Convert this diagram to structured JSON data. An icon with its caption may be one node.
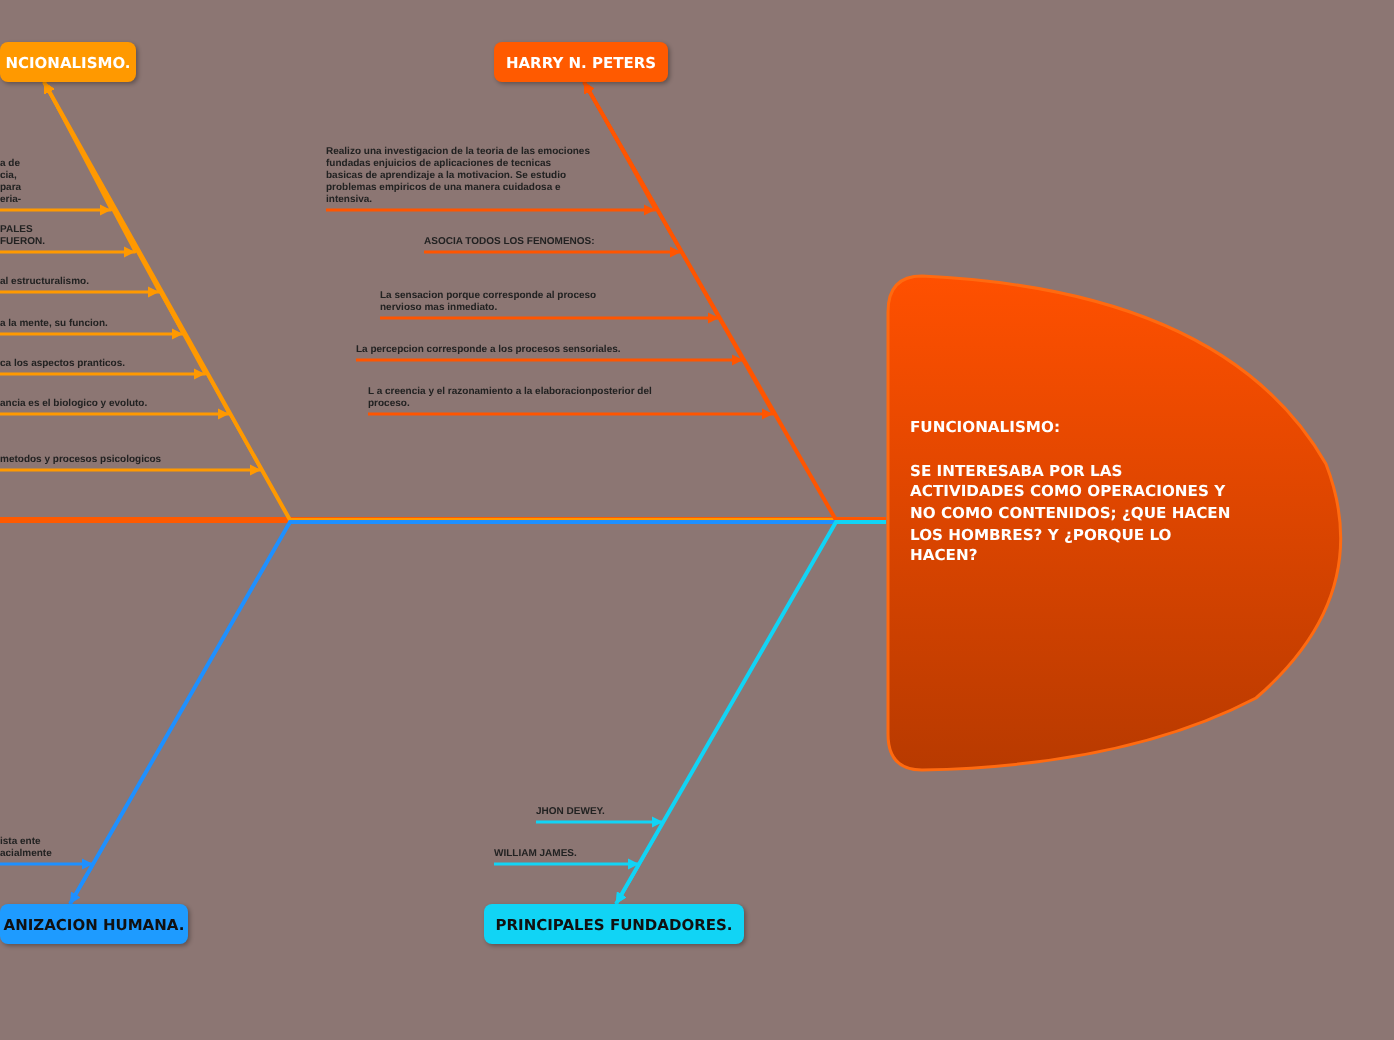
{
  "diagram": {
    "nodes": [
      {
        "text": [
          "NCIONALISMO."
        ]
      },
      {
        "text": [
          "HARRY N. PETERS"
        ]
      },
      {
        "text": [
          "a de cia, para eria-"
        ]
      },
      {
        "text": [
          "PALES FUERON."
        ]
      },
      {
        "text": [
          "al estructuralismo."
        ]
      },
      {
        "text": [
          "a la mente, su funcion."
        ]
      },
      {
        "text": [
          "ca los aspectos pranticos."
        ]
      },
      {
        "text": [
          "ancia es el biologico y evoluto."
        ]
      },
      {
        "text": [
          "metodos y procesos psicologicos"
        ]
      },
      {
        "text": [
          "Realizo una investigacion de la teoria de las emociones fundadas enjuicios de aplicaciones de tecnicas basicas de aprendizaje a la motivacion. Se estudio problemas empiricos de una manera cuidadosa e intensiva."
        ]
      },
      {
        "text": [
          "ASOCIA TODOS LOS FENOMENOS:"
        ]
      },
      {
        "text": [
          "La sensacion porque corresponde al proceso nervioso mas inmediato."
        ]
      },
      {
        "text": [
          "La percepcion corresponde a los procesos sensoriales."
        ]
      },
      {
        "text": [
          "L a creencia y el razonamiento a la elaboracionposterior del proceso."
        ]
      },
      {
        "text": [
          "FUNCIONALISMO:",
          "SE INTERESABA POR LAS ACTIVIDADES COMO OPERACIONES Y NO COMO CONTENIDOS; ¿QUE HACEN LOS HOMBRES? Y ¿PORQUE LO HACEN?"
        ]
      },
      {
        "text": [
          "ista ente acialmente"
        ]
      },
      {
        "text": [
          "JHON DEWEY."
        ]
      },
      {
        "text": [
          "WILLIAM JAMES."
        ]
      },
      {
        "text": [
          "ANIZACION HUMANA."
        ]
      },
      {
        "text": [
          "PRINCIPALES FUNDADORES."
        ]
      }
    ],
    "edges": [
      {
        "from": 0,
        "to": 14,
        "arrow": "none"
      },
      {
        "from": 1,
        "to": 14,
        "arrow": "none",
        "color": "#ff5500"
      },
      {
        "from": 18,
        "to": 14,
        "arrow": "none",
        "color": "#1e90ff"
      },
      {
        "from": 19,
        "to": 14,
        "arrow": "none",
        "color": "#11d4f5"
      },
      {
        "from": 2,
        "to": 0,
        "arrow": "to"
      },
      {
        "from": 3,
        "to": 0,
        "arrow": "to"
      },
      {
        "from": 4,
        "to": 0,
        "arrow": "to"
      },
      {
        "from": 5,
        "to": 0,
        "arrow": "to"
      },
      {
        "from": 6,
        "to": 0,
        "arrow": "to"
      },
      {
        "from": 7,
        "to": 0,
        "arrow": "to"
      },
      {
        "from": 8,
        "to": 0,
        "arrow": "to"
      },
      {
        "from": 9,
        "to": 1,
        "arrow": "to",
        "color": "#ff5500"
      },
      {
        "from": 10,
        "to": 1,
        "arrow": "to",
        "color": "#ff5500"
      },
      {
        "from": 11,
        "to": 1,
        "arrow": "to",
        "color": "#ff5500"
      },
      {
        "from": 12,
        "to": 1,
        "arrow": "to",
        "color": "#ff5500"
      },
      {
        "from": 13,
        "to": 1,
        "arrow": "to",
        "color": "#ff5500"
      },
      {
        "from": 15,
        "to": 18,
        "arrow": "to",
        "color": "#1e90ff"
      },
      {
        "from": 16,
        "to": 19,
        "arrow": "to",
        "color": "#11d4f5"
      },
      {
        "from": 17,
        "to": 19,
        "arrow": "to",
        "color": "#11d4f5"
      }
    ]
  }
}
